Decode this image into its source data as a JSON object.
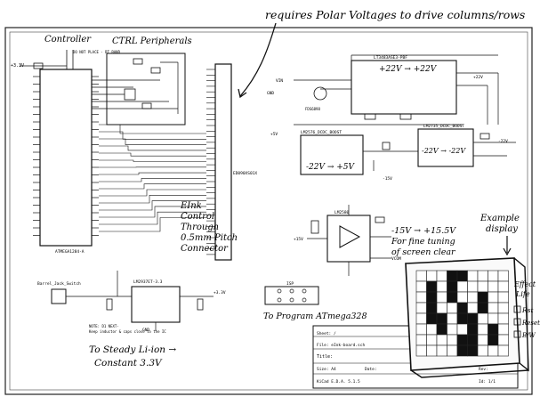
{
  "annotations": {
    "top_note": "requires Polar Voltages to drive columns/rows",
    "controller": "Controller",
    "ctrl_peripherals": "CTRL Peripherals",
    "eink_1": "EInk",
    "eink_2": "Control",
    "eink_3": "Through",
    "eink_4": "0.5mm Pitch",
    "eink_5": "Connector",
    "vneg_1": "-15V → +15.5V",
    "vneg_2": "For fine tuning",
    "vneg_3": "of screen clear",
    "example_1": "Example",
    "example_2": "display",
    "side_1": "Effect",
    "side_2": "Life",
    "side_3": "Rst",
    "side_4": "Reset",
    "side_5": "B/W",
    "liion_1": "To Steady Li-ion →",
    "liion_2": "Constant 3.3V",
    "header_note": "To Program ATmega328",
    "pos_rail": "+22V → +22V",
    "neg_rail": "-22V → -22V",
    "buck": "-22V → +5V"
  },
  "components": {
    "mcu": "ATMEGA1284-A",
    "eink_conn": "ED090XS01X",
    "reg": "LM2937ET-3.3",
    "barrel": "Barrel_Jack_Switch",
    "dcdc_top": "LT3483ASE3-PBF",
    "dcdc_right": "LM2735_DCDC_BOOST",
    "dcdc_mid": "LM2576_DCDC_BOOST",
    "opamp": "LM2580",
    "fuse_note": "DO NOT PLACE - RT BAND",
    "nmos": "FDS6898",
    "note_1": "NOTE: D1 NEXT-",
    "note_2": "Keep inductor & caps close to the IC",
    "isp": "ISP"
  },
  "nets": {
    "v33": "+3.3V",
    "gnd": "GND",
    "v22": "+22V",
    "vneg22": "-22V",
    "v15": "+15V",
    "vneg15": "-15V",
    "v5": "+5V",
    "vcom": "VCOM",
    "vin": "VIN"
  },
  "title_block": {
    "sheet": "Sheet: /",
    "file": "File: eInk-board.sch",
    "title": "Title:",
    "size": "Size: A4",
    "date": "Date:",
    "kicad": "KiCad E.D.A. 5.1.5",
    "rev": "Rev:",
    "id": "Id: 1/1"
  },
  "display": {
    "rows": 8,
    "cols": 9,
    "filled": [
      [
        0,
        3
      ],
      [
        0,
        4
      ],
      [
        1,
        1
      ],
      [
        1,
        3
      ],
      [
        2,
        1
      ],
      [
        2,
        3
      ],
      [
        2,
        6
      ],
      [
        3,
        1
      ],
      [
        3,
        4
      ],
      [
        3,
        6
      ],
      [
        4,
        1
      ],
      [
        4,
        2
      ],
      [
        4,
        4
      ],
      [
        4,
        5
      ],
      [
        5,
        2
      ],
      [
        5,
        5
      ],
      [
        5,
        7
      ],
      [
        6,
        4
      ],
      [
        6,
        5
      ],
      [
        6,
        7
      ],
      [
        7,
        4
      ],
      [
        7,
        5
      ]
    ]
  }
}
